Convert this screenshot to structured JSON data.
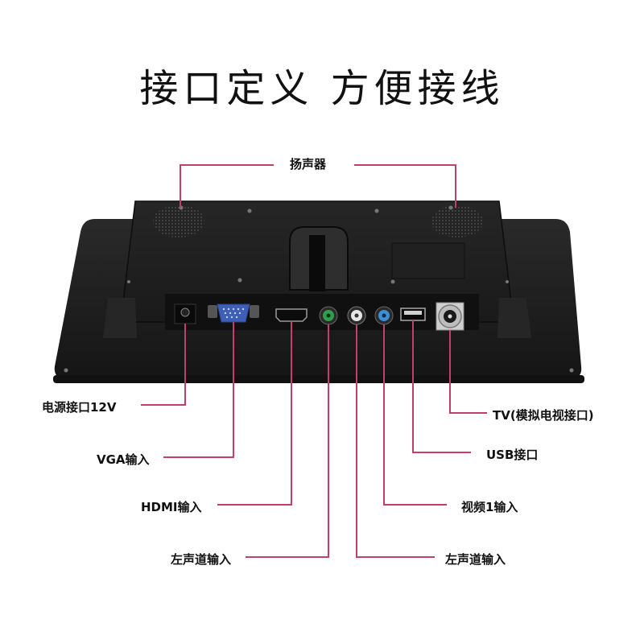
{
  "title": "接口定义 方便接线",
  "labels": {
    "speaker": "扬声器",
    "power": "电源接口12V",
    "vga": "VGA输入",
    "hdmi": "HDMI输入",
    "left_audio_left": "左声道输入",
    "tv": "TV(模拟电视接口)",
    "usb": "USB接口",
    "video": "视频1输入",
    "left_audio_right": "左声道输入"
  },
  "colors": {
    "leader_line": "#c0406a",
    "device_body": "#1e1e1e",
    "rca_green": "#2f9e4a",
    "rca_white": "#e6e6e6",
    "rca_blue": "#3a8fd6"
  }
}
